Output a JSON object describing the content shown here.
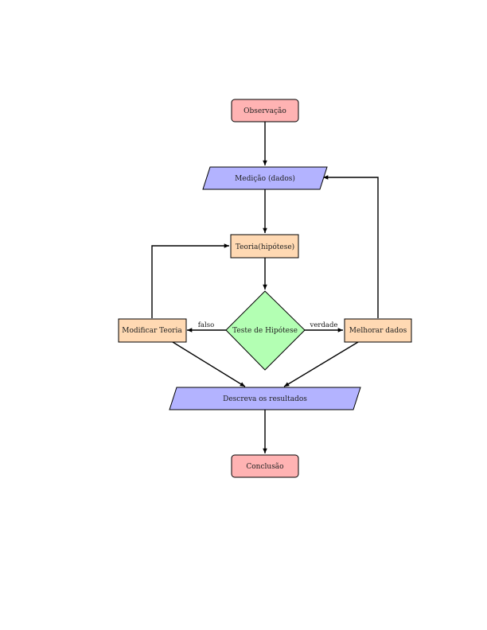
{
  "nodes": {
    "observacao": "Observação",
    "medicao": "Medição (dados)",
    "teoria": "Teoria(hipótese)",
    "teste": "Teste de Hipótese",
    "modificar": "Modificar Teoria",
    "melhorar": "Melhorar dados",
    "descreva": "Descreva os resultados",
    "conclusao": "Conclusão"
  },
  "edges": {
    "falso": "falso",
    "verdade": "verdade"
  },
  "colors": {
    "terminal_fill": "#ffb3b3",
    "io_fill": "#b3b3ff",
    "process_fill": "#ffd9b3",
    "decision_fill": "#b3ffb3",
    "stroke": "#000000"
  }
}
